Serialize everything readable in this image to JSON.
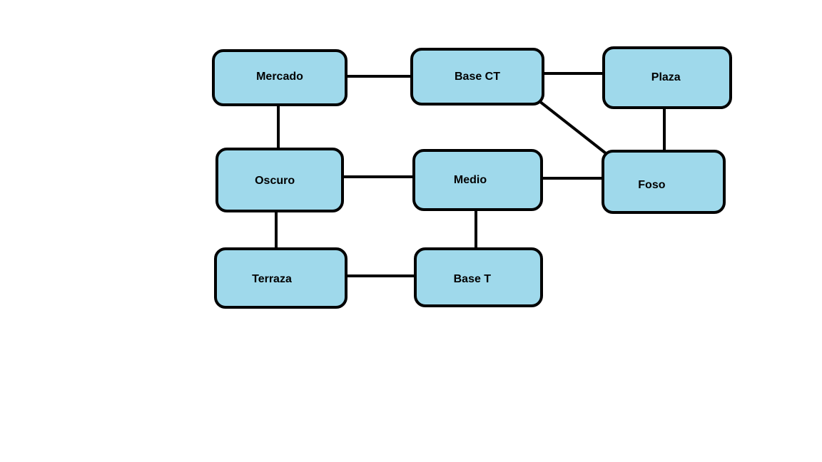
{
  "diagram": {
    "nodes": [
      {
        "id": "mercado",
        "label": "Mercado"
      },
      {
        "id": "basect",
        "label": "Base CT"
      },
      {
        "id": "plaza",
        "label": "Plaza"
      },
      {
        "id": "oscuro",
        "label": "Oscuro"
      },
      {
        "id": "medio",
        "label": "Medio"
      },
      {
        "id": "foso",
        "label": "Foso"
      },
      {
        "id": "terraza",
        "label": "Terraza"
      },
      {
        "id": "baset",
        "label": "Base T"
      }
    ],
    "edges": [
      {
        "from": "mercado",
        "to": "basect"
      },
      {
        "from": "basect",
        "to": "plaza"
      },
      {
        "from": "mercado",
        "to": "oscuro"
      },
      {
        "from": "plaza",
        "to": "foso"
      },
      {
        "from": "basect",
        "to": "foso"
      },
      {
        "from": "oscuro",
        "to": "medio"
      },
      {
        "from": "medio",
        "to": "foso"
      },
      {
        "from": "oscuro",
        "to": "terraza"
      },
      {
        "from": "medio",
        "to": "baset"
      },
      {
        "from": "terraza",
        "to": "baset"
      }
    ],
    "colors": {
      "node_fill": "#9fd9eb",
      "node_border": "#000000",
      "edge": "#000000",
      "background": "#ffffff"
    }
  }
}
